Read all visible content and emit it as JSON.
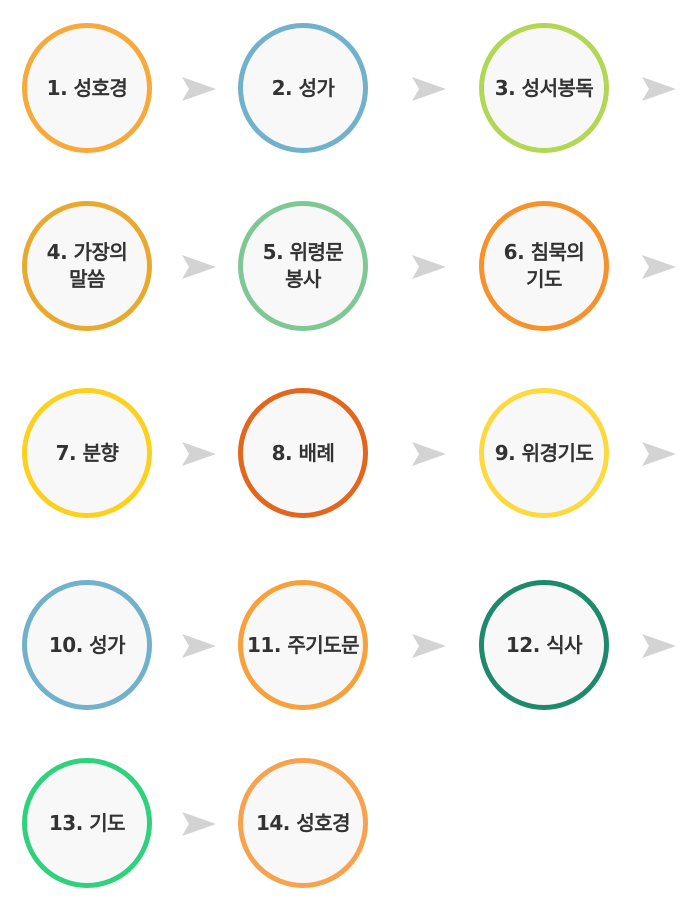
{
  "steps": [
    {
      "label": "1. 성호경",
      "color": "#f7a93b"
    },
    {
      "label": "2. 성가",
      "color": "#72b1cb"
    },
    {
      "label": "3. 성서봉독",
      "color": "#b4d655"
    },
    {
      "label": "4. 가장의\n말씀",
      "color": "#e8aa2e"
    },
    {
      "label": "5. 위령문\n봉사",
      "color": "#80c796"
    },
    {
      "label": "6. 침묵의\n기도",
      "color": "#f5922b"
    },
    {
      "label": "7. 분향",
      "color": "#fcd01f"
    },
    {
      "label": "8. 배례",
      "color": "#e2661c"
    },
    {
      "label": "9. 위경기도",
      "color": "#fbd93f"
    },
    {
      "label": "10. 성가",
      "color": "#72b1cb"
    },
    {
      "label": "11. 주기도문",
      "color": "#f7a13b"
    },
    {
      "label": "12. 식사",
      "color": "#1e8a6b"
    },
    {
      "label": "13. 기도",
      "color": "#2fd17d"
    },
    {
      "label": "14. 성호경",
      "color": "#f7a24e"
    }
  ],
  "arrow_color": "#d3d3d3"
}
